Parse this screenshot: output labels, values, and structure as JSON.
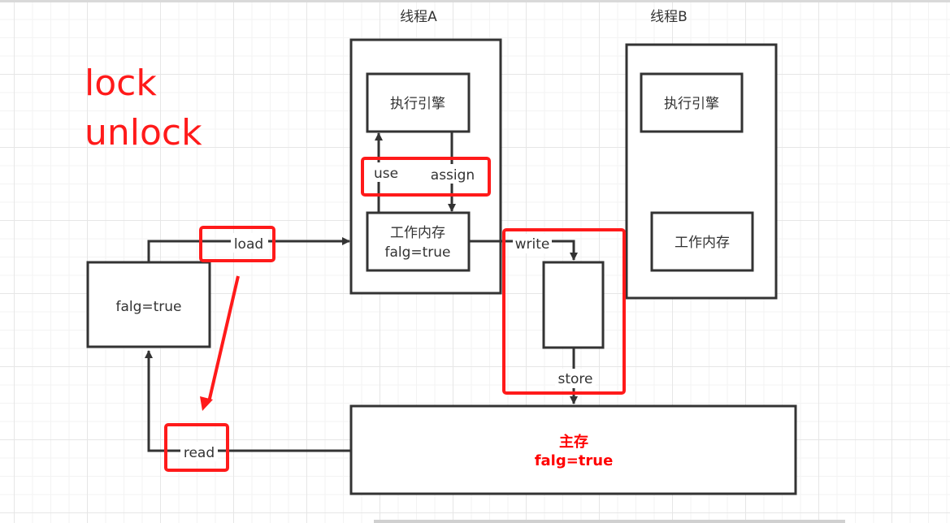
{
  "annotations": {
    "line1": "lock",
    "line2": "unlock",
    "color": "#ff1a1a"
  },
  "thread_a": {
    "title": "线程A",
    "engine_label": "执行引擎",
    "work_memory_title": "工作内存",
    "work_memory_value": "falg=true"
  },
  "thread_b": {
    "title": "线程B",
    "engine_label": "执行引擎",
    "work_memory_title": "工作内存"
  },
  "left_box": {
    "value": "falg=true"
  },
  "main_memory": {
    "title": "主存",
    "value": "falg=true",
    "color": "#ff0000"
  },
  "operations": {
    "use": "use",
    "assign": "assign",
    "load": "load",
    "read": "read",
    "write": "write",
    "store": "store"
  },
  "colors": {
    "stroke": "#333333",
    "highlight": "#ff1a1a"
  }
}
